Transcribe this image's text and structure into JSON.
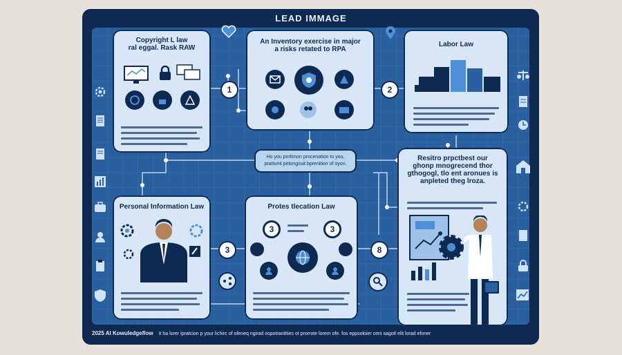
{
  "header": {
    "title": "LEAD IMMAGE"
  },
  "cards": {
    "copyright": {
      "title": "Copyright L law\nral eggal. Rask RAW"
    },
    "inventory": {
      "title": "An Inventory exercise in major\na risks retated to RPA"
    },
    "labor": {
      "title": "Labor Law"
    },
    "personal": {
      "title": "Personal Information Law"
    },
    "protection": {
      "title": "Protes tlecation Law"
    },
    "result": {
      "title": "Resitro prpctbest our\nghonp mnogrecend thor\ngthogogl, tlo ent aronues is\nanpleted theg lroza."
    }
  },
  "center_box": {
    "text": "Ho you pnrtimon procenation to you,\nprattuml petongsuit bprenition of oyon."
  },
  "steps": {
    "one": "1",
    "two": "2",
    "three": "3",
    "three_b": "3",
    "eight": "8"
  },
  "footer": {
    "brand": "2025 AI Kowuledgeflow",
    "text": "It ha lorer ipratcion p your lichirc of ofeneq ngirad ospotranitties ot prorrote lorem ofe. fos eppsoloier ceni sagotl elit lorad efoner"
  },
  "colors": {
    "navy": "#0f2a52",
    "field": "#2a5fa0",
    "card": "#d7e7f7",
    "accent": "#4d8fd6"
  }
}
